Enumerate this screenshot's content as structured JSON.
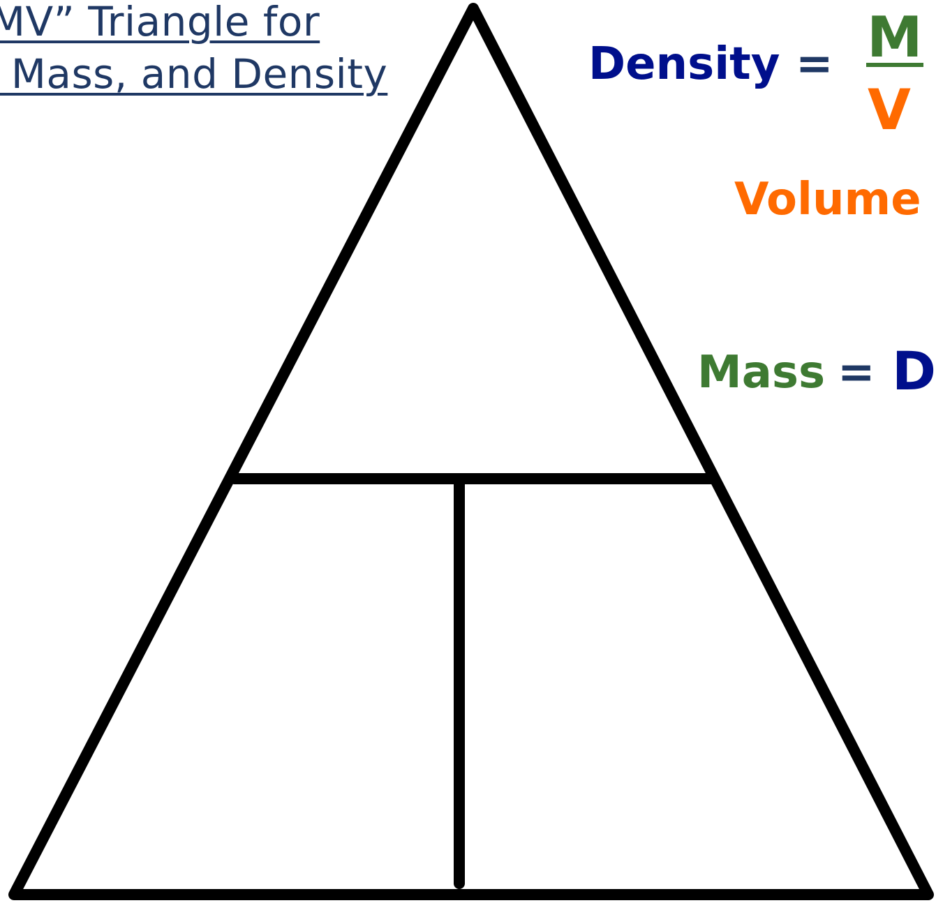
{
  "title": {
    "line1": "MV” Triangle for",
    "line2": ", Mass, and Density"
  },
  "density_formula": {
    "lhs": "Density",
    "equals": "=",
    "numerator": "M",
    "denominator": "V"
  },
  "volume_formula": {
    "lhs": "Volume"
  },
  "mass_formula": {
    "lhs": "Mass",
    "equals": "=",
    "rhs": "D"
  },
  "colors": {
    "title": "#1f3864",
    "density": "#000f8c",
    "mass": "#3e7a32",
    "volume": "#ff6a00",
    "lines": "#000000"
  }
}
